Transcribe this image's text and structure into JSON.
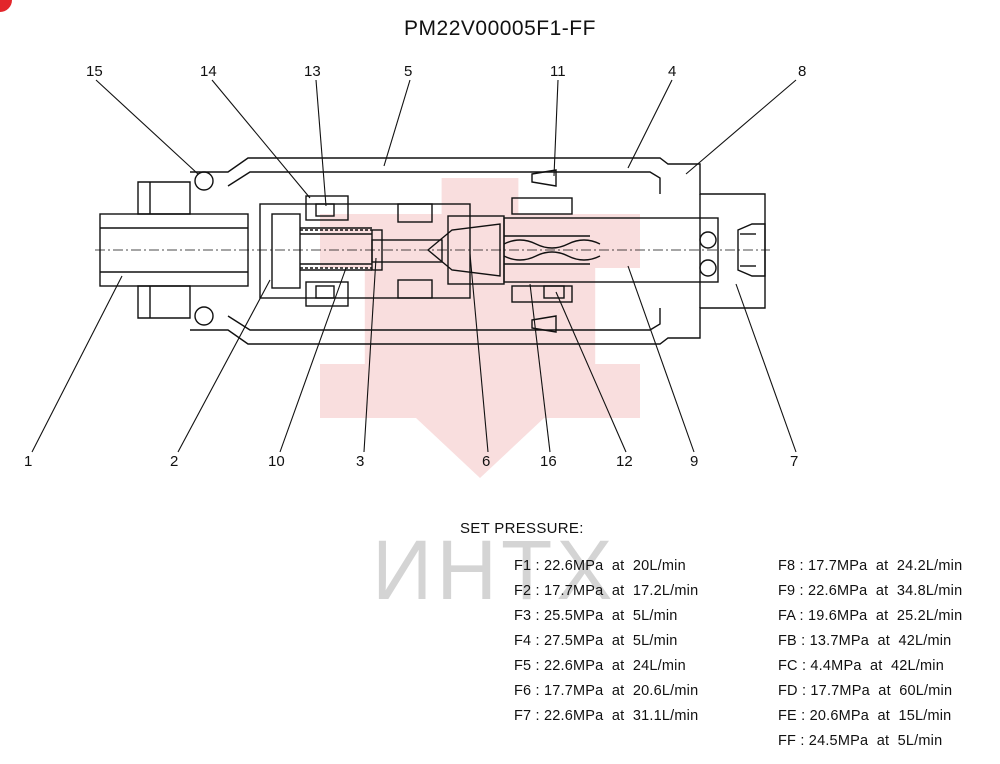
{
  "title": "PM22V00005F1-FF",
  "callouts": [
    "15",
    "14",
    "13",
    "5",
    "11",
    "4",
    "8",
    "1",
    "2",
    "10",
    "3",
    "6",
    "16",
    "12",
    "9",
    "7"
  ],
  "watermark": {
    "text": "ИНТХ"
  },
  "set_pressure": {
    "label": "SET PRESSURE:",
    "left_column": [
      "F1 : 22.6MPa  at  20L/min",
      "F2 : 17.7MPa  at  17.2L/min",
      "F3 : 25.5MPa  at  5L/min",
      "F4 : 27.5MPa  at  5L/min",
      "F5 : 22.6MPa  at  24L/min",
      "F6 : 17.7MPa  at  20.6L/min",
      "F7 : 22.6MPa  at  31.1L/min"
    ],
    "right_column": [
      "F8 : 17.7MPa  at  24.2L/min",
      "F9 : 22.6MPa  at  34.8L/min",
      "FA : 19.6MPa  at  25.2L/min",
      "FB : 13.7MPa  at  42L/min",
      "FC : 4.4MPa  at  42L/min",
      "FD : 17.7MPa  at  60L/min",
      "FE : 20.6MPa  at  15L/min",
      "FF : 24.5MPa  at  5L/min"
    ]
  },
  "colors": {
    "line": "#111111",
    "watermark_red": "#f6c9c9",
    "watermark_gray": "#d4d4d4",
    "corner": "#e3262b"
  }
}
